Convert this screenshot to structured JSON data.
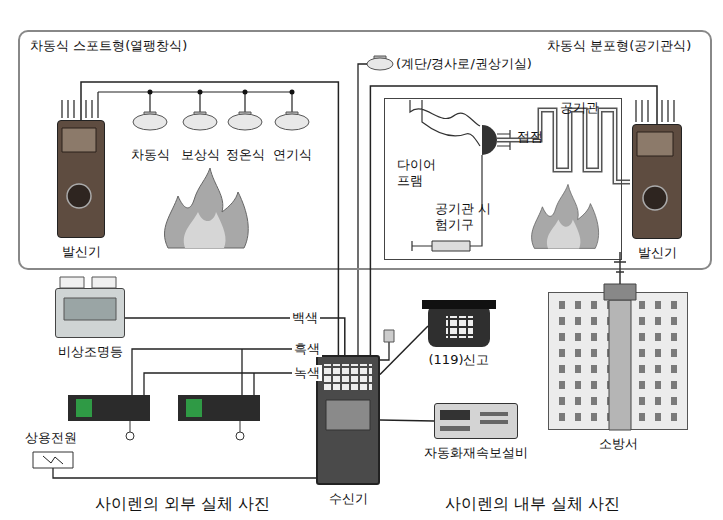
{
  "diagram": {
    "nodes": [
      {
        "text": [
          "차동식 스포트형(열팽창식)",
          "차동식 분포형(공기관식)"
        ]
      },
      {
        "text": [
          "발신기"
        ],
        "in": 0
      },
      {
        "text": [
          "다이어 프램",
          "접점",
          "공기관 시험기구"
        ],
        "in": 0
      },
      {
        "text": [
          "발신기"
        ],
        "in": 0
      },
      {
        "text": [
          "비상조명등"
        ]
      },
      {
        "text": [
          "수신기"
        ]
      },
      {
        "text": [
          "(119)신고"
        ]
      },
      {
        "text": [
          "자동화재속보설비"
        ]
      },
      {
        "text": [
          "소방서"
        ]
      }
    ],
    "edges": [
      {
        "from": 1,
        "to": 5,
        "arrow": "none"
      },
      {
        "from": 3,
        "to": 5,
        "arrow": "none"
      },
      {
        "from": 4,
        "to": 5,
        "label": "백색",
        "arrow": "none"
      },
      {
        "from": 5,
        "to": 6,
        "arrow": "none"
      },
      {
        "from": 5,
        "to": 7,
        "arrow": "none"
      }
    ],
    "labels": [
      "차동식",
      "보상식",
      "정온식",
      "연기식",
      "(계단/경사로/권상기실)",
      "공기관",
      "흑색",
      "녹색",
      "상용전원",
      "사이렌의 외부 실체 사진",
      "사이렌의 내부 실체 사진"
    ]
  }
}
